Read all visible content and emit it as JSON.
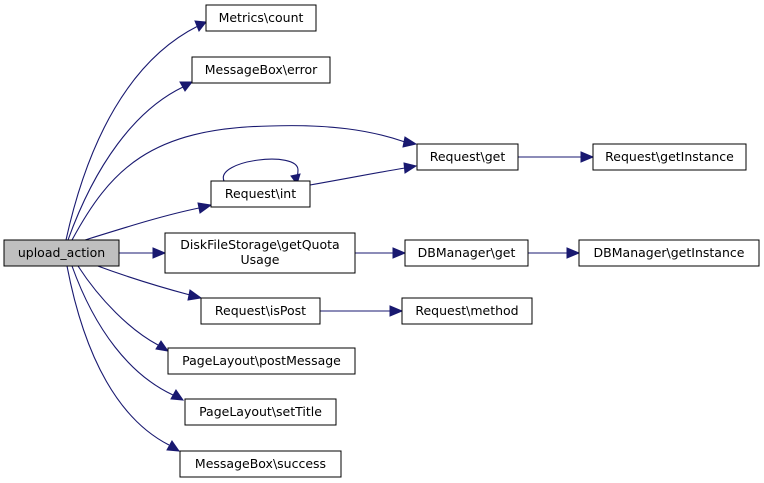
{
  "nodes": {
    "root": [
      "upload_action"
    ],
    "metrics_count": [
      "Metrics\\count"
    ],
    "messagebox_error": [
      "MessageBox\\error"
    ],
    "request_get": [
      "Request\\get"
    ],
    "request_getinstance": [
      "Request\\getInstance"
    ],
    "request_int": [
      "Request\\int"
    ],
    "diskfilestorage_getquotausage": [
      "DiskFileStorage\\getQuota",
      "Usage"
    ],
    "dbmanager_get": [
      "DBManager\\get"
    ],
    "dbmanager_getinstance": [
      "DBManager\\getInstance"
    ],
    "request_ispost": [
      "Request\\isPost"
    ],
    "request_method": [
      "Request\\method"
    ],
    "pagelayout_postmessage": [
      "PageLayout\\postMessage"
    ],
    "pagelayout_settitle": [
      "PageLayout\\setTitle"
    ],
    "messagebox_success": [
      "MessageBox\\success"
    ]
  },
  "edges": [
    {
      "from": "root",
      "to": "metrics_count"
    },
    {
      "from": "root",
      "to": "messagebox_error"
    },
    {
      "from": "root",
      "to": "request_get"
    },
    {
      "from": "root",
      "to": "request_int"
    },
    {
      "from": "root",
      "to": "diskfilestorage_getquotausage"
    },
    {
      "from": "root",
      "to": "request_ispost"
    },
    {
      "from": "root",
      "to": "pagelayout_postmessage"
    },
    {
      "from": "root",
      "to": "pagelayout_settitle"
    },
    {
      "from": "root",
      "to": "messagebox_success"
    },
    {
      "from": "request_get",
      "to": "request_getinstance"
    },
    {
      "from": "request_int",
      "to": "request_int"
    },
    {
      "from": "request_int",
      "to": "request_get"
    },
    {
      "from": "diskfilestorage_getquotausage",
      "to": "dbmanager_get"
    },
    {
      "from": "dbmanager_get",
      "to": "dbmanager_getinstance"
    },
    {
      "from": "request_ispost",
      "to": "request_method"
    }
  ],
  "colors": {
    "edge": "#191970",
    "root_fill": "#bfbfbf",
    "node_fill": "#ffffff",
    "border": "#000000"
  }
}
